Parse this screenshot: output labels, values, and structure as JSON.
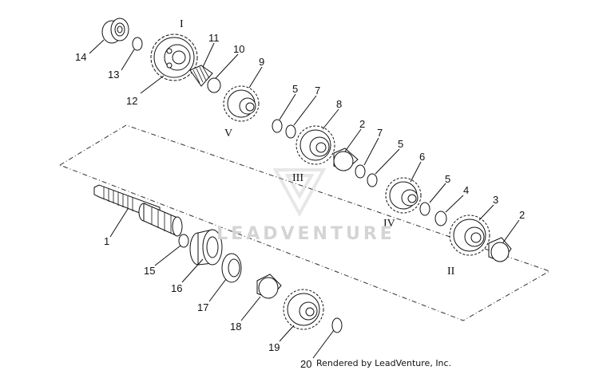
{
  "watermark": "LEADVENTURE",
  "credit": "Rendered by LeadVenture, Inc.",
  "callouts": {
    "c1": "1",
    "c2a": "2",
    "c2b": "2",
    "c3": "3",
    "c4": "4",
    "c5a": "5",
    "c5b": "5",
    "c5c": "5",
    "c6": "6",
    "c7a": "7",
    "c7b": "7",
    "c8": "8",
    "c9": "9",
    "c10": "10",
    "c11": "11",
    "c12": "12",
    "c13": "13",
    "c14": "14",
    "c15": "15",
    "c16": "16",
    "c17": "17",
    "c18": "18",
    "c19": "19",
    "c20": "20"
  },
  "gear_labels": {
    "I": "I",
    "II": "II",
    "III": "III",
    "IV": "IV",
    "V": "V"
  },
  "colors": {
    "line": "#111111",
    "watermark": "#d4d4d4"
  }
}
